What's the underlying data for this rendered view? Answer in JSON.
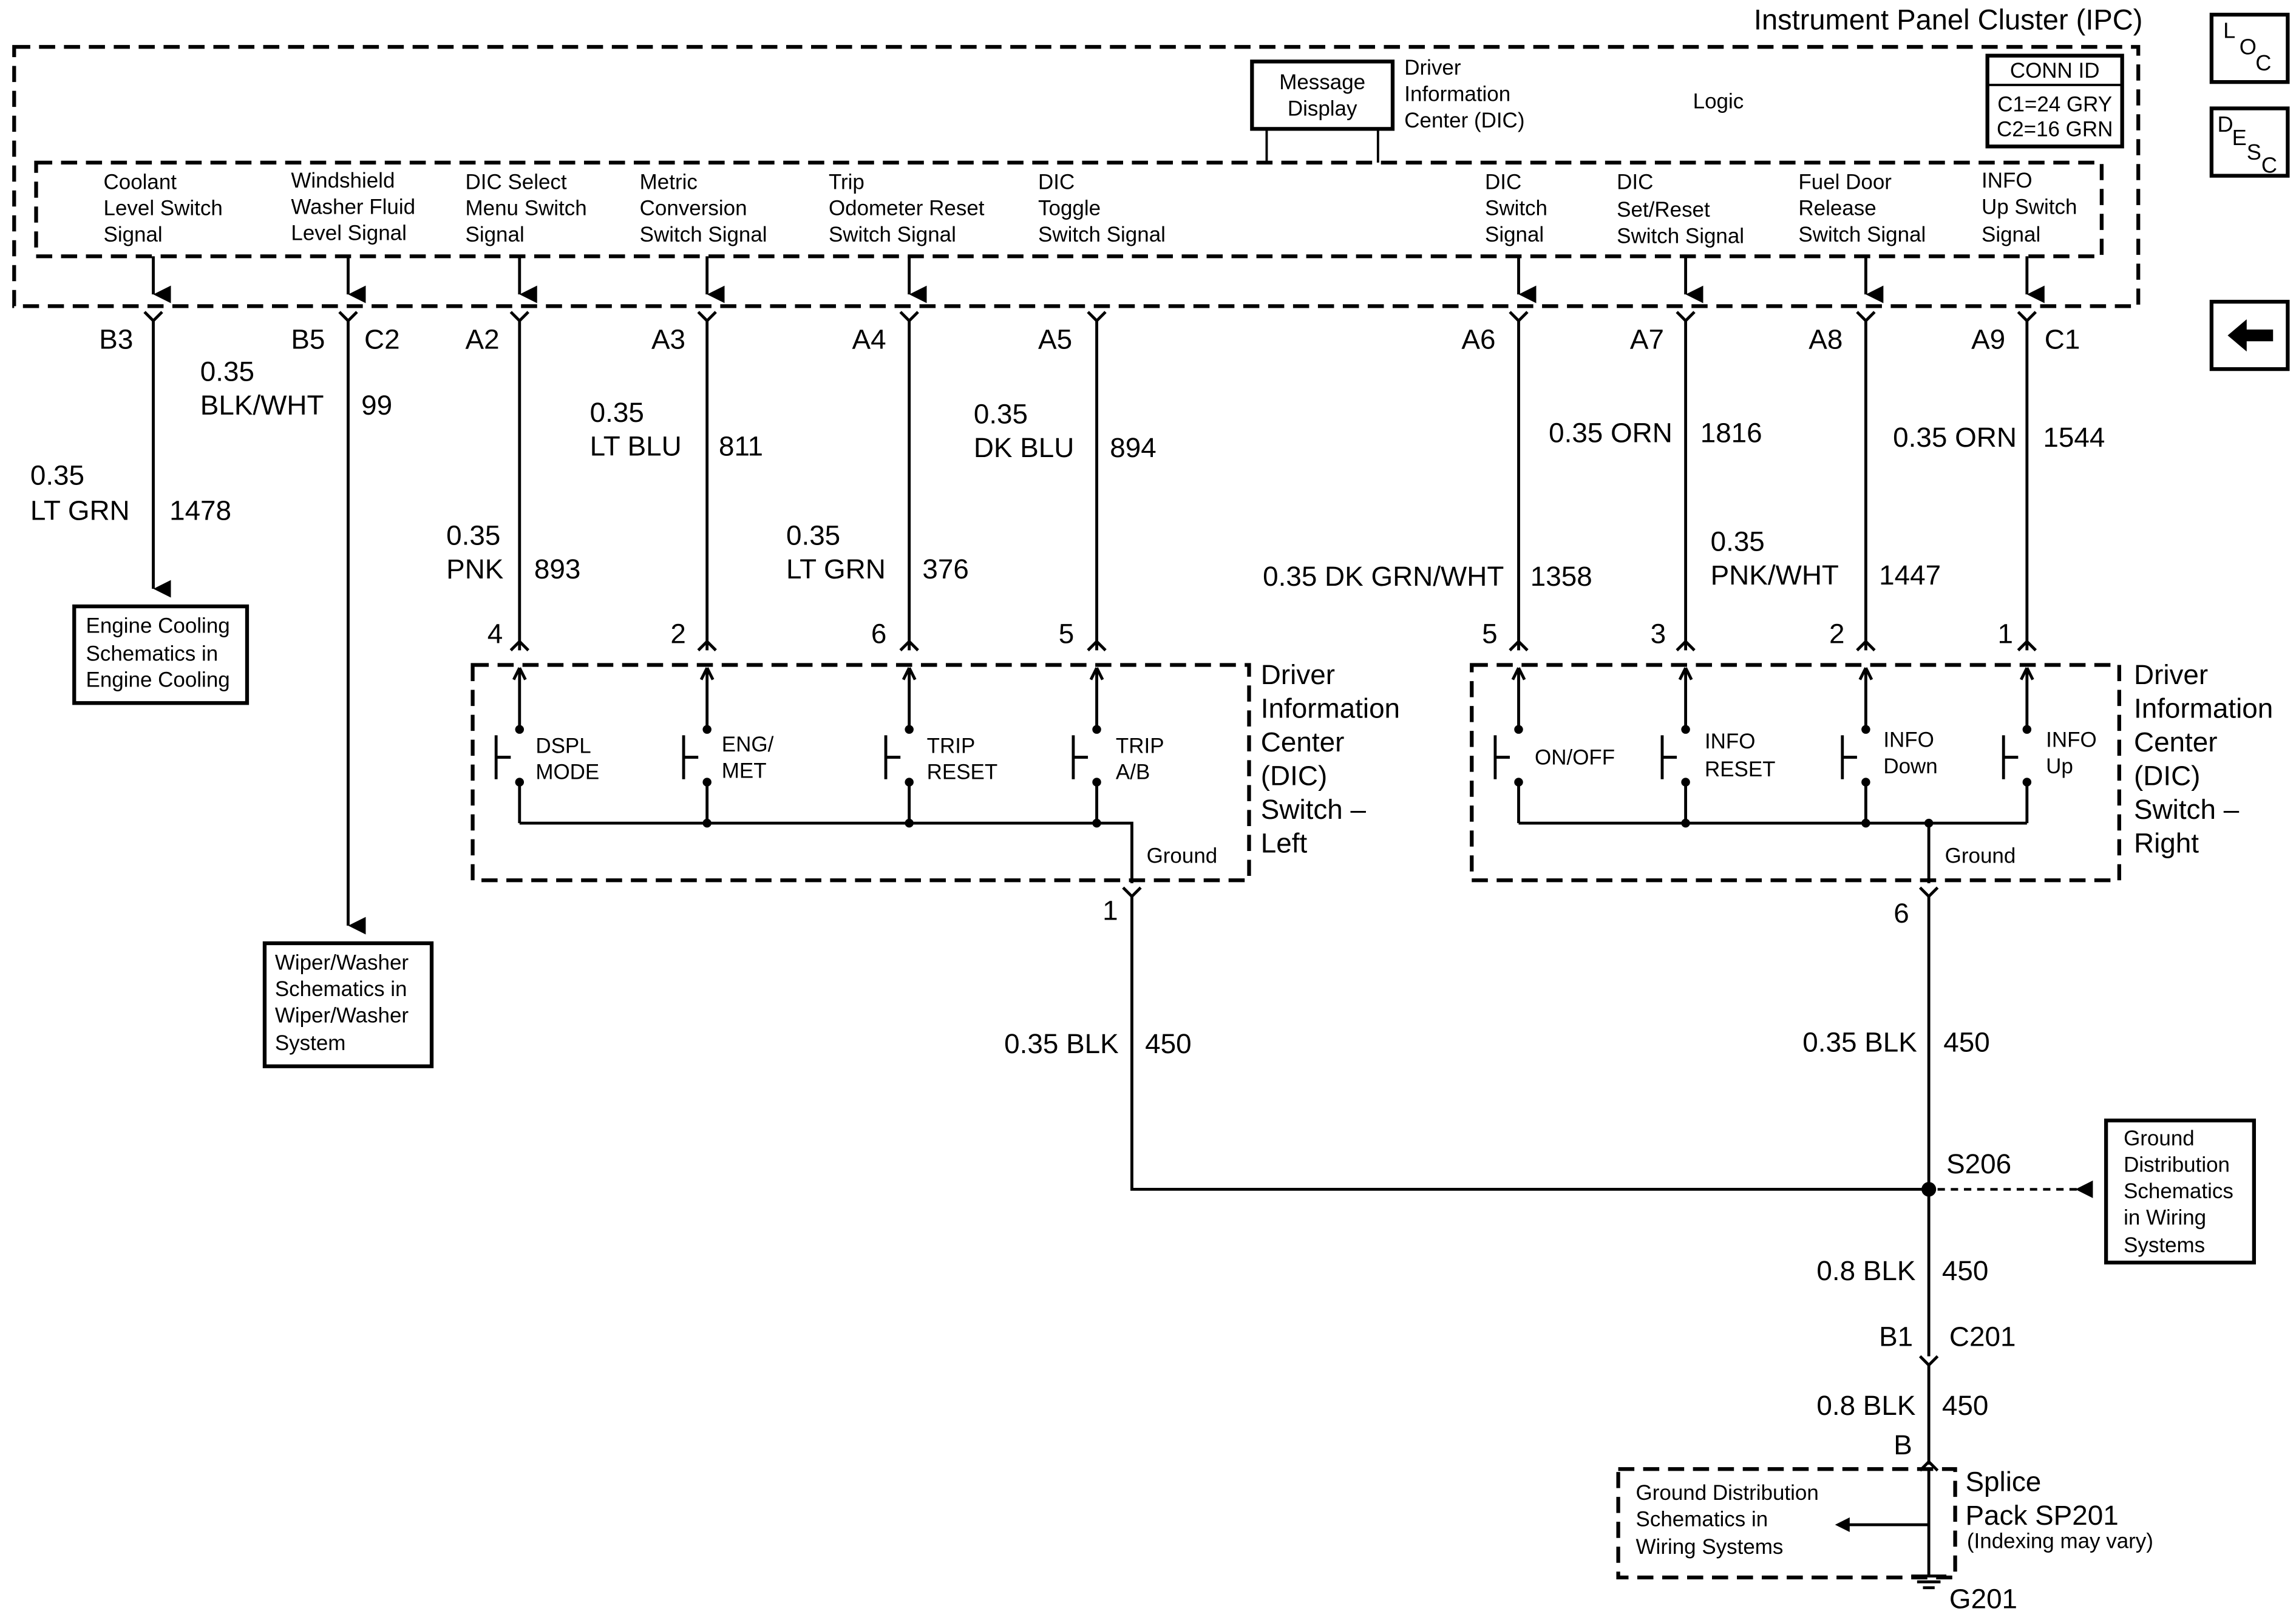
{
  "ipc": {
    "title": "Instrument Panel Cluster (IPC)",
    "message_display": [
      "Message",
      "Display"
    ],
    "dic": [
      "Driver",
      "Information",
      "Center (DIC)"
    ],
    "logic": "Logic",
    "conn_id": [
      "CONN ID",
      "C1=24 GRY",
      "C2=16 GRN"
    ]
  },
  "signals": [
    [
      "Coolant",
      "Level Switch",
      "Signal"
    ],
    [
      "Windshield",
      "Washer Fluid",
      "Level Signal"
    ],
    [
      "DIC Select",
      "Menu Switch",
      "Signal"
    ],
    [
      "Metric",
      "Conversion",
      "Switch Signal"
    ],
    [
      "Trip",
      "Odometer Reset",
      "Switch Signal"
    ],
    [
      "DIC",
      "Toggle",
      "Switch Signal"
    ],
    [
      "DIC",
      "Switch",
      "Signal"
    ],
    [
      "DIC",
      "Set/Reset",
      "Switch Signal"
    ],
    [
      "Fuel Door",
      "Release",
      "Switch Signal"
    ],
    [
      "INFO",
      "Up Switch",
      "Signal"
    ]
  ],
  "pins": {
    "b3": "B3",
    "b5": "B5",
    "c2": "C2",
    "a2": "A2",
    "a3": "A3",
    "a4": "A4",
    "a5": "A5",
    "a6": "A6",
    "a7": "A7",
    "a8": "A8",
    "a9": "A9",
    "c1": "C1"
  },
  "wires": {
    "coolant": {
      "gauge": "0.35",
      "color": "LT GRN",
      "circuit": "1478"
    },
    "washer": {
      "gauge": "0.35",
      "color": "BLK/WHT",
      "circuit": "99"
    },
    "a2": {
      "gauge": "0.35",
      "color": "PNK",
      "circuit": "893"
    },
    "a3": {
      "gauge": "0.35",
      "color": "LT BLU",
      "circuit": "811"
    },
    "a4": {
      "gauge": "0.35",
      "color": "LT GRN",
      "circuit": "376"
    },
    "a5": {
      "gauge": "0.35",
      "color": "DK BLU",
      "circuit": "894"
    },
    "a6": {
      "label": "0.35 DK GRN/WHT",
      "circuit": "1358"
    },
    "a7": {
      "label": "0.35 ORN",
      "circuit": "1816"
    },
    "a8": {
      "gauge": "0.35",
      "color": "PNK/WHT",
      "circuit": "1447"
    },
    "c1": {
      "label": "0.35 ORN",
      "circuit": "1544"
    },
    "gnd_left": {
      "label": "0.35 BLK",
      "circuit": "450"
    },
    "gnd_right": {
      "label": "0.35 BLK",
      "circuit": "450"
    },
    "gnd_mid": {
      "label": "0.8 BLK",
      "circuit": "450"
    },
    "gnd_low": {
      "label": "0.8 BLK",
      "circuit": "450"
    }
  },
  "refs": {
    "engine": [
      "Engine Cooling",
      "Schematics in",
      "Engine Cooling"
    ],
    "wiper": [
      "Wiper/Washer",
      "Schematics in",
      "Wiper/Washer",
      "System"
    ],
    "ground_dist": [
      "Ground",
      "Distribution",
      "Schematics",
      "in Wiring",
      "Systems"
    ],
    "splice_ref": [
      "Ground Distribution",
      "Schematics in",
      "Wiring Systems"
    ]
  },
  "left_switch": {
    "pins": [
      "4",
      "2",
      "6",
      "5"
    ],
    "switches": [
      [
        "DSPL",
        "MODE"
      ],
      [
        "ENG/",
        "MET"
      ],
      [
        "TRIP",
        "RESET"
      ],
      [
        "TRIP",
        "A/B"
      ]
    ],
    "ground": "Ground",
    "gnd_pin": "1",
    "title": [
      "Driver",
      "Information",
      "Center",
      "(DIC)",
      "Switch –",
      "Left"
    ]
  },
  "right_switch": {
    "pins": [
      "5",
      "3",
      "2",
      "1"
    ],
    "switches": [
      [
        "ON/OFF"
      ],
      [
        "INFO",
        "RESET"
      ],
      [
        "INFO",
        "Down"
      ],
      [
        "INFO",
        "Up"
      ]
    ],
    "ground": "Ground",
    "gnd_pin": "6",
    "title": [
      "Driver",
      "Information",
      "Center",
      "(DIC)",
      "Switch –",
      "Right"
    ]
  },
  "splice": {
    "s206": "S206",
    "b1": "B1",
    "c201": "C201",
    "b": "B",
    "title": [
      "Splice",
      "Pack SP201"
    ],
    "note": "(Indexing may vary)",
    "g201": "G201"
  },
  "nav": {
    "loc": [
      "L",
      "O",
      "C"
    ],
    "desc": [
      "D",
      "E",
      "S",
      "C"
    ]
  }
}
